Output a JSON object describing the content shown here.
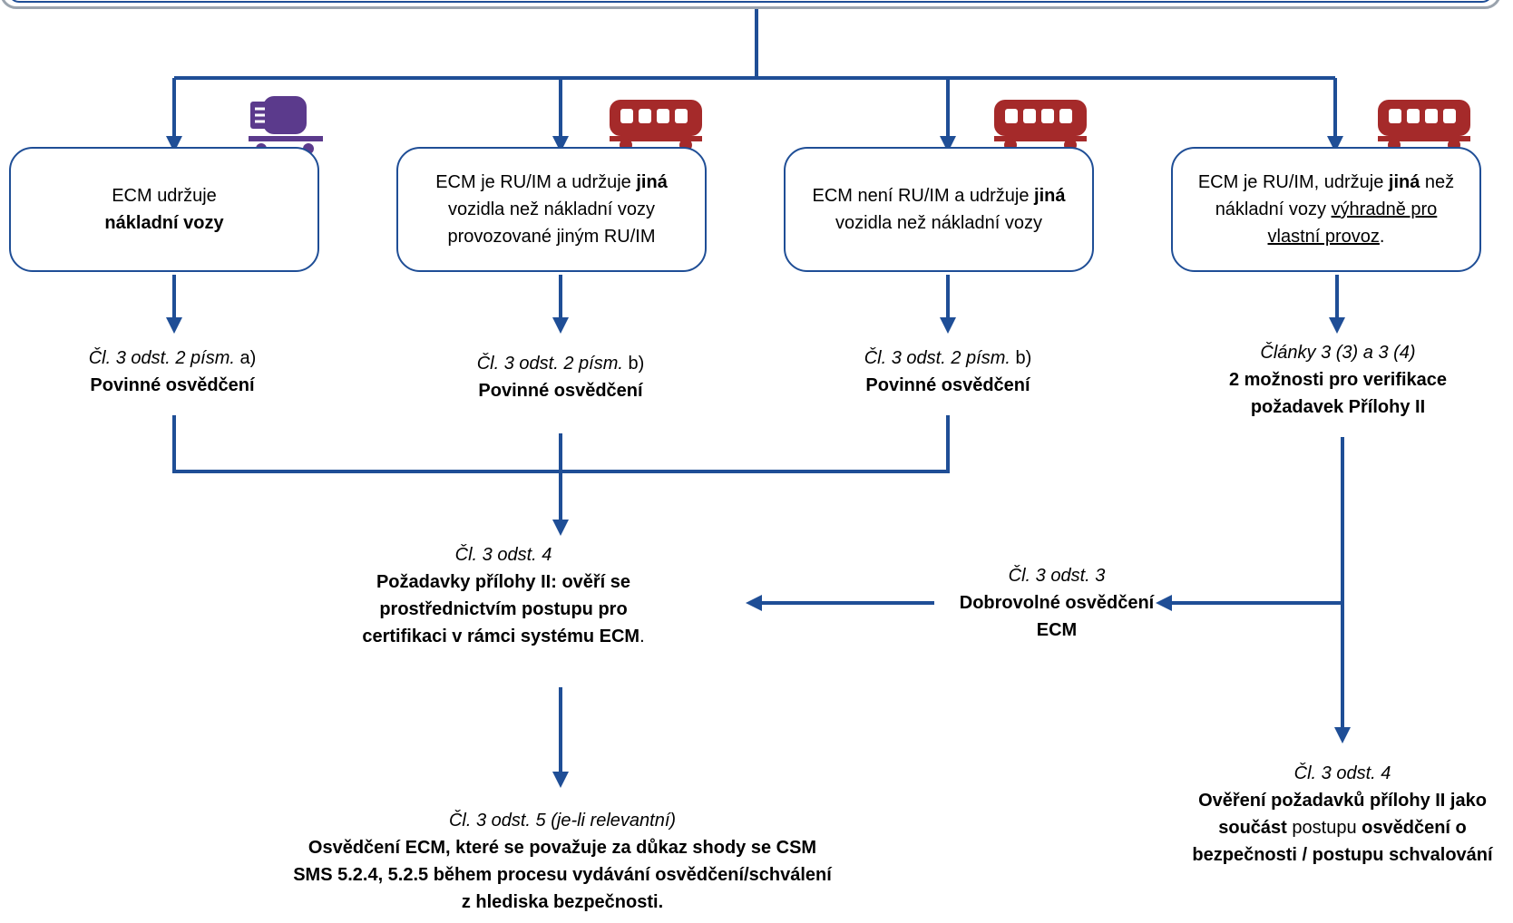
{
  "box1": {
    "t1": "ECM udržuje",
    "t2": "nákladní vozy"
  },
  "box2": {
    "t1": "ECM je RU/IM a udržuje ",
    "b1": "jiná",
    "t2": "vozidla než nákladní vozy provozované jiným RU/IM"
  },
  "box3": {
    "t1": "ECM není RU/IM a udržuje ",
    "b1": "jiná",
    "t2": " vozidla než nákladní vozy"
  },
  "box4": {
    "t1": "ECM je RU/IM, udržuje ",
    "b1": "jiná",
    "t2": "než nákladní vozy ",
    "u1": "výhradně pro vlastní provoz",
    "t3": "."
  },
  "lbl1": {
    "it": "Čl. 3 odst. 2 písm.",
    "rest": " a)",
    "b": "Povinné osvědčení"
  },
  "lbl2": {
    "it": "Čl. 3 odst. 2 písm.",
    "rest": " b)",
    "b": "Povinné osvědčení"
  },
  "lbl3": {
    "it": "Čl. 3 odst. 2 písm.",
    "rest": " b)",
    "b": "Povinné osvědčení"
  },
  "lbl4": {
    "it": "Články 3 (3) a 3 (4)",
    "b": "2 možnosti pro verifikace požadavek Přílohy II"
  },
  "center": {
    "it": "Čl. 3 odst. 4",
    "b": "Požadavky přílohy II: ověří se prostřednictvím postupu pro certifikaci v rámci systému ECM",
    "end": "."
  },
  "voluntary": {
    "it": "Čl. 3 odst. 3",
    "b": "Dobrovolné osvědčení ECM"
  },
  "bottom": {
    "it": "Čl. 3 odst. 5 (je-li relevantní)",
    "b": "Osvědčení ECM, které se považuje za důkaz shody se CSM SMS 5.2.4, 5.2.5 během procesu vydávání osvědčení/schválení z hlediska bezpečnosti."
  },
  "right_bottom": {
    "it": "Čl. 3 odst. 4",
    "b1": "Ověření požadavků přílohy II jako součást",
    "t1": " postupu ",
    "b2": "osvědčení o bezpečnosti / postupu schvalování"
  },
  "icons": {
    "tank": "tank-wagon-icon",
    "coach": "passenger-coach-icon"
  },
  "colors": {
    "line": "#1f4e96",
    "tank": "#5b3a8c",
    "coach": "#a52a2a"
  }
}
